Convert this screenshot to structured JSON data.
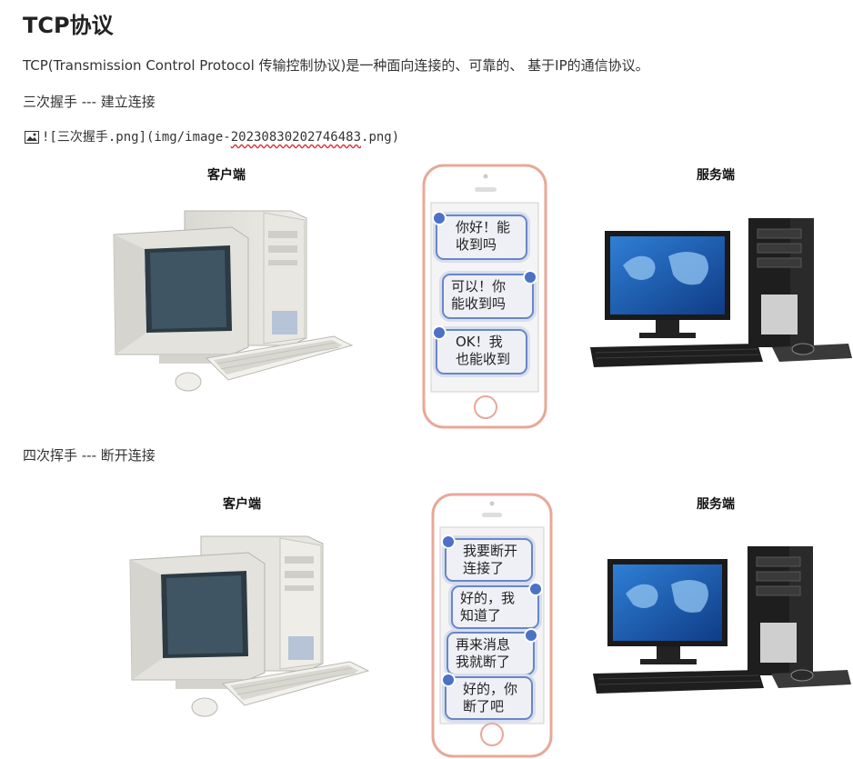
{
  "heading": "TCP协议",
  "intro": "TCP(Transmission Control Protocol 传输控制协议)是一种面向连接的、可靠的、 基于IP的通信协议。",
  "handshake_heading": "三次握手 --- 建立连接",
  "image_ref": {
    "prefix": "![三次握手.png](img/image-",
    "underlined": "20230830202746483",
    "suffix": ".png)"
  },
  "wave_heading": "四次挥手 --- 断开连接",
  "diagram1": {
    "client_label": "客户端",
    "server_label": "服务端",
    "messages": [
      {
        "line1": "你好！能",
        "line2": "收到吗"
      },
      {
        "line1": "可以！你",
        "line2": "能收到吗"
      },
      {
        "line1": "OK！我",
        "line2": "也能收到"
      }
    ]
  },
  "diagram2": {
    "client_label": "客户端",
    "server_label": "服务端",
    "messages": [
      {
        "line1": "我要断开",
        "line2": "连接了"
      },
      {
        "line1": "好的，我",
        "line2": "知道了"
      },
      {
        "line1": "再来消息",
        "line2": "我就断了"
      },
      {
        "line1": "好的，你",
        "line2": "断了吧"
      }
    ]
  },
  "colors": {
    "bubble_border": "#6a86c4",
    "phone_frame": "#e8a898",
    "screen_blue": "#1f5fb0"
  }
}
